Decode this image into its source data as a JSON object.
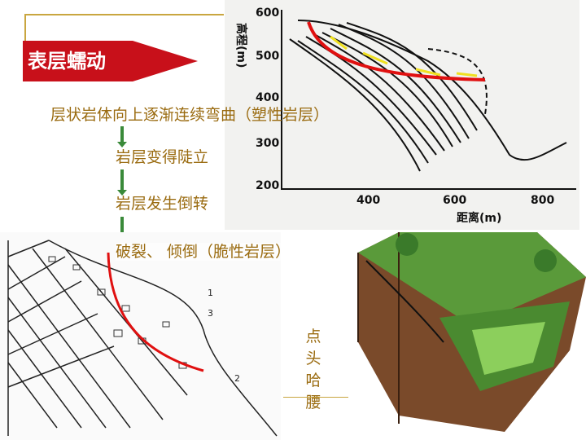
{
  "title": "表层蠕动",
  "steps": [
    "层状岩体向上逐渐连续弯曲（塑性岩层）",
    "岩层变得陡立",
    "岩层发生倒转",
    "破裂、 倾倒（脆性岩层）"
  ],
  "side_label": [
    "点",
    "头",
    "哈",
    "腰"
  ],
  "chart": {
    "y_ticks": [
      "600",
      "500",
      "400",
      "300",
      "200"
    ],
    "x_ticks": [
      "400",
      "600",
      "800"
    ],
    "xlabel": "距离(m)",
    "ylabel": "高程(m)"
  },
  "sketch_labels": [
    "1",
    "3",
    "2"
  ],
  "colors": {
    "accent": "#c8101a",
    "text": "#9a6b10",
    "arrow": "#3a8a3a"
  }
}
